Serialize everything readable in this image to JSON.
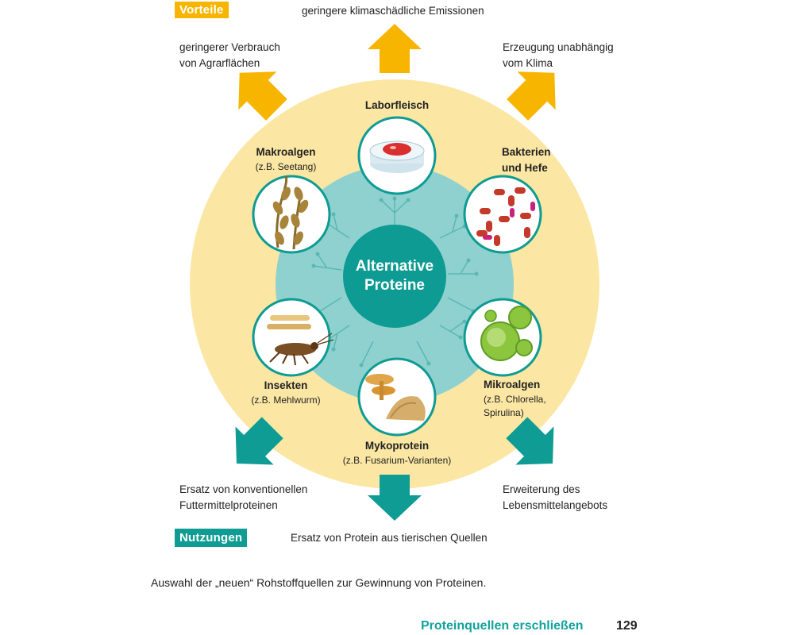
{
  "tags": {
    "advantages": "Vorteile",
    "uses": "Nutzungen"
  },
  "advantages": {
    "top": "geringere klimaschädliche Emissionen",
    "left_1": "geringerer Verbrauch",
    "left_2": "von Agrarflächen",
    "right_1": "Erzeugung unabhängig",
    "right_2": "vom Klima"
  },
  "uses": {
    "bottom": "Ersatz von Protein aus tierischen Quellen",
    "left_1": "Ersatz von konventionellen",
    "left_2": "Futtermittelproteinen",
    "right_1": "Erweiterung des",
    "right_2": "Lebensmittelangebots"
  },
  "center": {
    "line1": "Alternative",
    "line2": "Proteine"
  },
  "sources": {
    "lab_meat": {
      "name": "Laborfleisch"
    },
    "bacteria": {
      "name_1": "Bakterien",
      "name_2": "und Hefe"
    },
    "microalgae": {
      "name": "Mikroalgen",
      "ex_1": "(z.B. Chlorella,",
      "ex_2": "Spirulina)"
    },
    "mycoprotein": {
      "name": "Mykoprotein",
      "ex": "(z.B. Fusarium-Varianten)"
    },
    "insects": {
      "name": "Insekten",
      "ex": "(z.B. Mehlwurm)"
    },
    "macroalgae": {
      "name": "Makroalgen",
      "ex": "(z.B. Seetang)"
    }
  },
  "caption": "Auswahl der „neuen“ Rohstoffquellen zur Gewinnung von Proteinen.",
  "footer": {
    "title": "Proteinquellen erschließen",
    "page": "129"
  },
  "colors": {
    "outer_ring": "#fbe7a3",
    "inner_circle": "#8fd1cf",
    "center": "#0e9b93",
    "advantage_arrow": "#f7b500",
    "use_arrow": "#0f9c94",
    "icon_ring": "#0e9b93"
  },
  "icons": {
    "lab_meat": "petri-dish-meat-icon",
    "bacteria": "bacteria-yeast-icon",
    "microalgae": "microalgae-cells-icon",
    "mycoprotein": "mycoprotein-fungus-icon",
    "insects": "mealworm-cricket-icon",
    "macroalgae": "seaweed-icon"
  }
}
